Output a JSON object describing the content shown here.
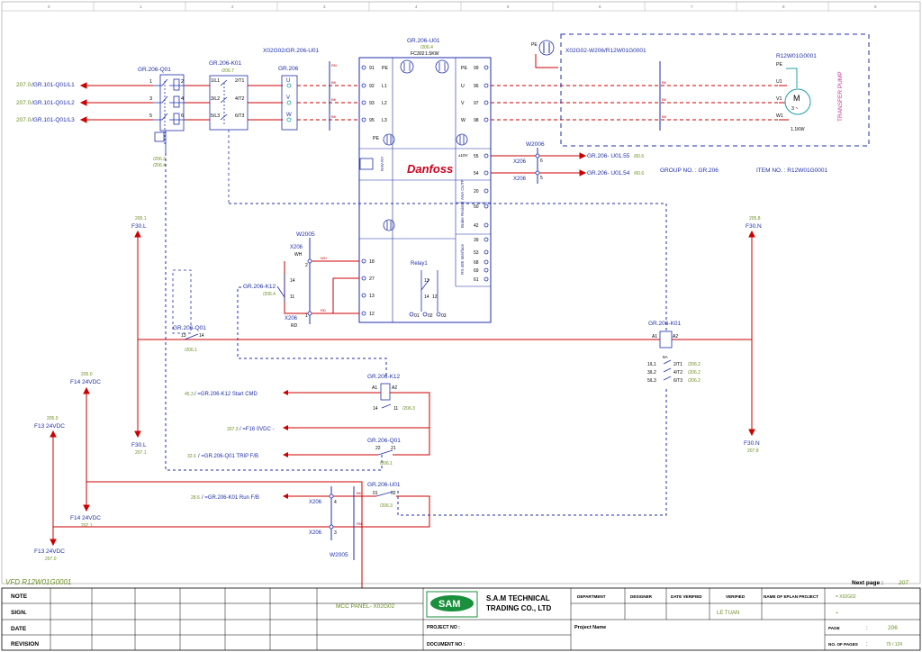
{
  "frame": {
    "columns": [
      "0",
      "1",
      "2",
      "3",
      "4",
      "5",
      "6",
      "7",
      "8",
      "9"
    ]
  },
  "left_feeds": {
    "refs": [
      "207.0",
      "207.0",
      "207.0"
    ],
    "labels": [
      "/GR.101-Q01/L1",
      "/GR.101-Q01/L2",
      "/GR.101-Q01/L3"
    ]
  },
  "breaker_q01": {
    "title": "GR.206-Q01",
    "pins_in": [
      "1",
      "3",
      "5"
    ],
    "pins_out": [
      "2",
      "4",
      "6"
    ],
    "ref1": "/206.3",
    "ref2": "/206.4"
  },
  "contactor_k01": {
    "title": "GR.206-K01",
    "ref": "/206.7",
    "in": [
      "1/L1",
      "3/L2",
      "5/L3"
    ],
    "out": [
      "2/T1",
      "4/T2",
      "6/T3"
    ]
  },
  "terminal_x206": {
    "title": "GR.206",
    "pins": [
      "U",
      "V",
      "W"
    ]
  },
  "cable_top": {
    "label": "X02G02/GR.206-U01"
  },
  "vfd": {
    "title": "GR.206-U01",
    "ref": "/206.4",
    "fc_label": "FC302",
    "power": "1.5KW",
    "left_pins": [
      "91",
      "92",
      "93",
      "95",
      "18",
      "27",
      "13",
      "12"
    ],
    "left_names": [
      "PE",
      "L1",
      "L2",
      "L3",
      "PE"
    ],
    "relay_label": "RAV-RY",
    "brand": "Danfoss",
    "right_pins": [
      "99",
      "96",
      "97",
      "98",
      "55",
      "54",
      "20",
      "50",
      "42",
      "39",
      "53",
      "68",
      "69",
      "61"
    ],
    "right_names": [
      "PE",
      "U",
      "V",
      "W",
      "±10V"
    ],
    "block_labels": [
      "Brake Resistor",
      "RS-485 Interface",
      "ANA OUTP"
    ],
    "relay1_title": "Relay1",
    "relay1_pins": [
      "01",
      "02",
      "03"
    ],
    "relay1_contacts": [
      "13",
      "14",
      "12"
    ]
  },
  "motor": {
    "cable": "X02G02-W206/R12W01G0001",
    "pe": "PE",
    "id": "R12W01G0001",
    "letter": "M",
    "phase_symbol": "3 ~",
    "pins": [
      "PE",
      "U1",
      "V1",
      "W1"
    ],
    "power": "1.1KW",
    "side_label": "TRANSFER PUMP"
  },
  "w2006": {
    "title": "W2006",
    "rows": [
      {
        "terminal": "X206",
        "pin": "6",
        "target": "GR.206- U01.55",
        "ref": "/60.6"
      },
      {
        "terminal": "X206",
        "pin": "5",
        "target": "GR.206- U01.54",
        "ref": "/60.6"
      }
    ]
  },
  "group_info": {
    "group": "GROUP NO. : GR.206",
    "item": "ITEM NO. : R12W01G0001"
  },
  "w2005_top": {
    "title": "W2005",
    "terminal_a": "X206",
    "wire_a": "WH",
    "pin_a": "2",
    "terminal_b": "X206",
    "wire_b": "RD",
    "pin_b": "1"
  },
  "k12_coil_ref": {
    "label": "GR.206-K12",
    "ref": "/206.4",
    "pins": [
      "14",
      "11"
    ]
  },
  "fuses": {
    "f30l_top": {
      "ref": "205.1",
      "label": "F30.L"
    },
    "f30n_top": {
      "ref": "205.8",
      "label": "F30.N"
    },
    "f14_top": {
      "ref": "205.0",
      "label": "F14 24VDC"
    },
    "f13_top": {
      "ref": "205.0",
      "label": "F13 24VDC"
    },
    "f30l_bot": {
      "label": "F30.L",
      "ref": "207.1"
    },
    "f30n_bot": {
      "label": "F30.N",
      "ref": "207.8"
    },
    "f14_bot": {
      "label": "F14 24VDC",
      "ref": "207.1"
    },
    "f13_bot": {
      "label": "F13 24VDC",
      "ref": "207.0"
    }
  },
  "aux_q01": {
    "title": "GR.206-Q01",
    "pins": [
      "13",
      "14"
    ],
    "ref": "/206.1"
  },
  "k01_coil": {
    "title": "GR.206-K01",
    "pins": [
      "A1",
      "A2"
    ],
    "ref_sub": "9A",
    "rows": [
      {
        "a": "1/L1",
        "b": "2/T1",
        "ref": "/206.2"
      },
      {
        "a": "3/L2",
        "b": "4/T2",
        "ref": "/206.2"
      },
      {
        "a": "5/L3",
        "b": "6/T3",
        "ref": "/206.2"
      }
    ]
  },
  "k12_coil": {
    "title": "GR.206-K12",
    "pins": [
      "A1",
      "A2"
    ],
    "contact": [
      "14",
      "11"
    ],
    "ref": "/206.3"
  },
  "signals": [
    {
      "ref": "45.3",
      "label": "/ =GR.206-K12 Start CMD"
    },
    {
      "ref": "207.3",
      "label": "/ =F16 0VDC -"
    },
    {
      "ref": "32.6",
      "label": "/ =GR.206-Q01 TRIP F/B"
    },
    {
      "ref": "28.6",
      "label": "/ =GR.206-K01 Run F/B"
    }
  ],
  "q01_trip": {
    "title": "GR.206-Q01",
    "pins": [
      "22",
      "21"
    ],
    "ref": "/206.1"
  },
  "u01_run": {
    "title": "GR.206-U01",
    "pins": [
      "01",
      "02"
    ],
    "ref": "/206.3"
  },
  "w2005_bot": {
    "title": "W2005",
    "rows": [
      {
        "terminal": "X206",
        "pin": "4"
      },
      {
        "terminal": "X206",
        "pin": "3"
      }
    ]
  },
  "footer": {
    "drawing_title": "VFD R12W01G0001",
    "next_page_label": "Next page :",
    "next_page": "207",
    "rows": [
      "NOTE",
      "SIGN.",
      "DATE",
      "REVISION"
    ],
    "panel": "MCC PANEL- X02G02",
    "logo": "SAM",
    "company_line1": "S.A.M TECHNICAL",
    "company_line2": "TRADING CO., LTD",
    "project_no_label": "PROJECT NO :",
    "document_no_label": "DOCUMENT NO :",
    "project_name_label": "Project Name",
    "department_label": "DEPARTMENT",
    "designer_label": "DESIGNER",
    "date_verified_label": "DATE VERIFIED",
    "verified_label": "VERIFIED",
    "eplan_label": "NAME OF EPLAN PROJECT",
    "eplan_value": "= X02G02",
    "verified_by": "LE TUAN",
    "sub_value": "+",
    "page_label": "PAGE",
    "page_sep": ":",
    "page": "206",
    "pages_label": "NO. OF PAGES",
    "pages": "79 / 124"
  },
  "colors": {
    "power": "#cc0000",
    "control": "#1f2fa8",
    "ref": "#6b8e23",
    "pe": "#20a0a0",
    "brand": "#d0001b"
  }
}
